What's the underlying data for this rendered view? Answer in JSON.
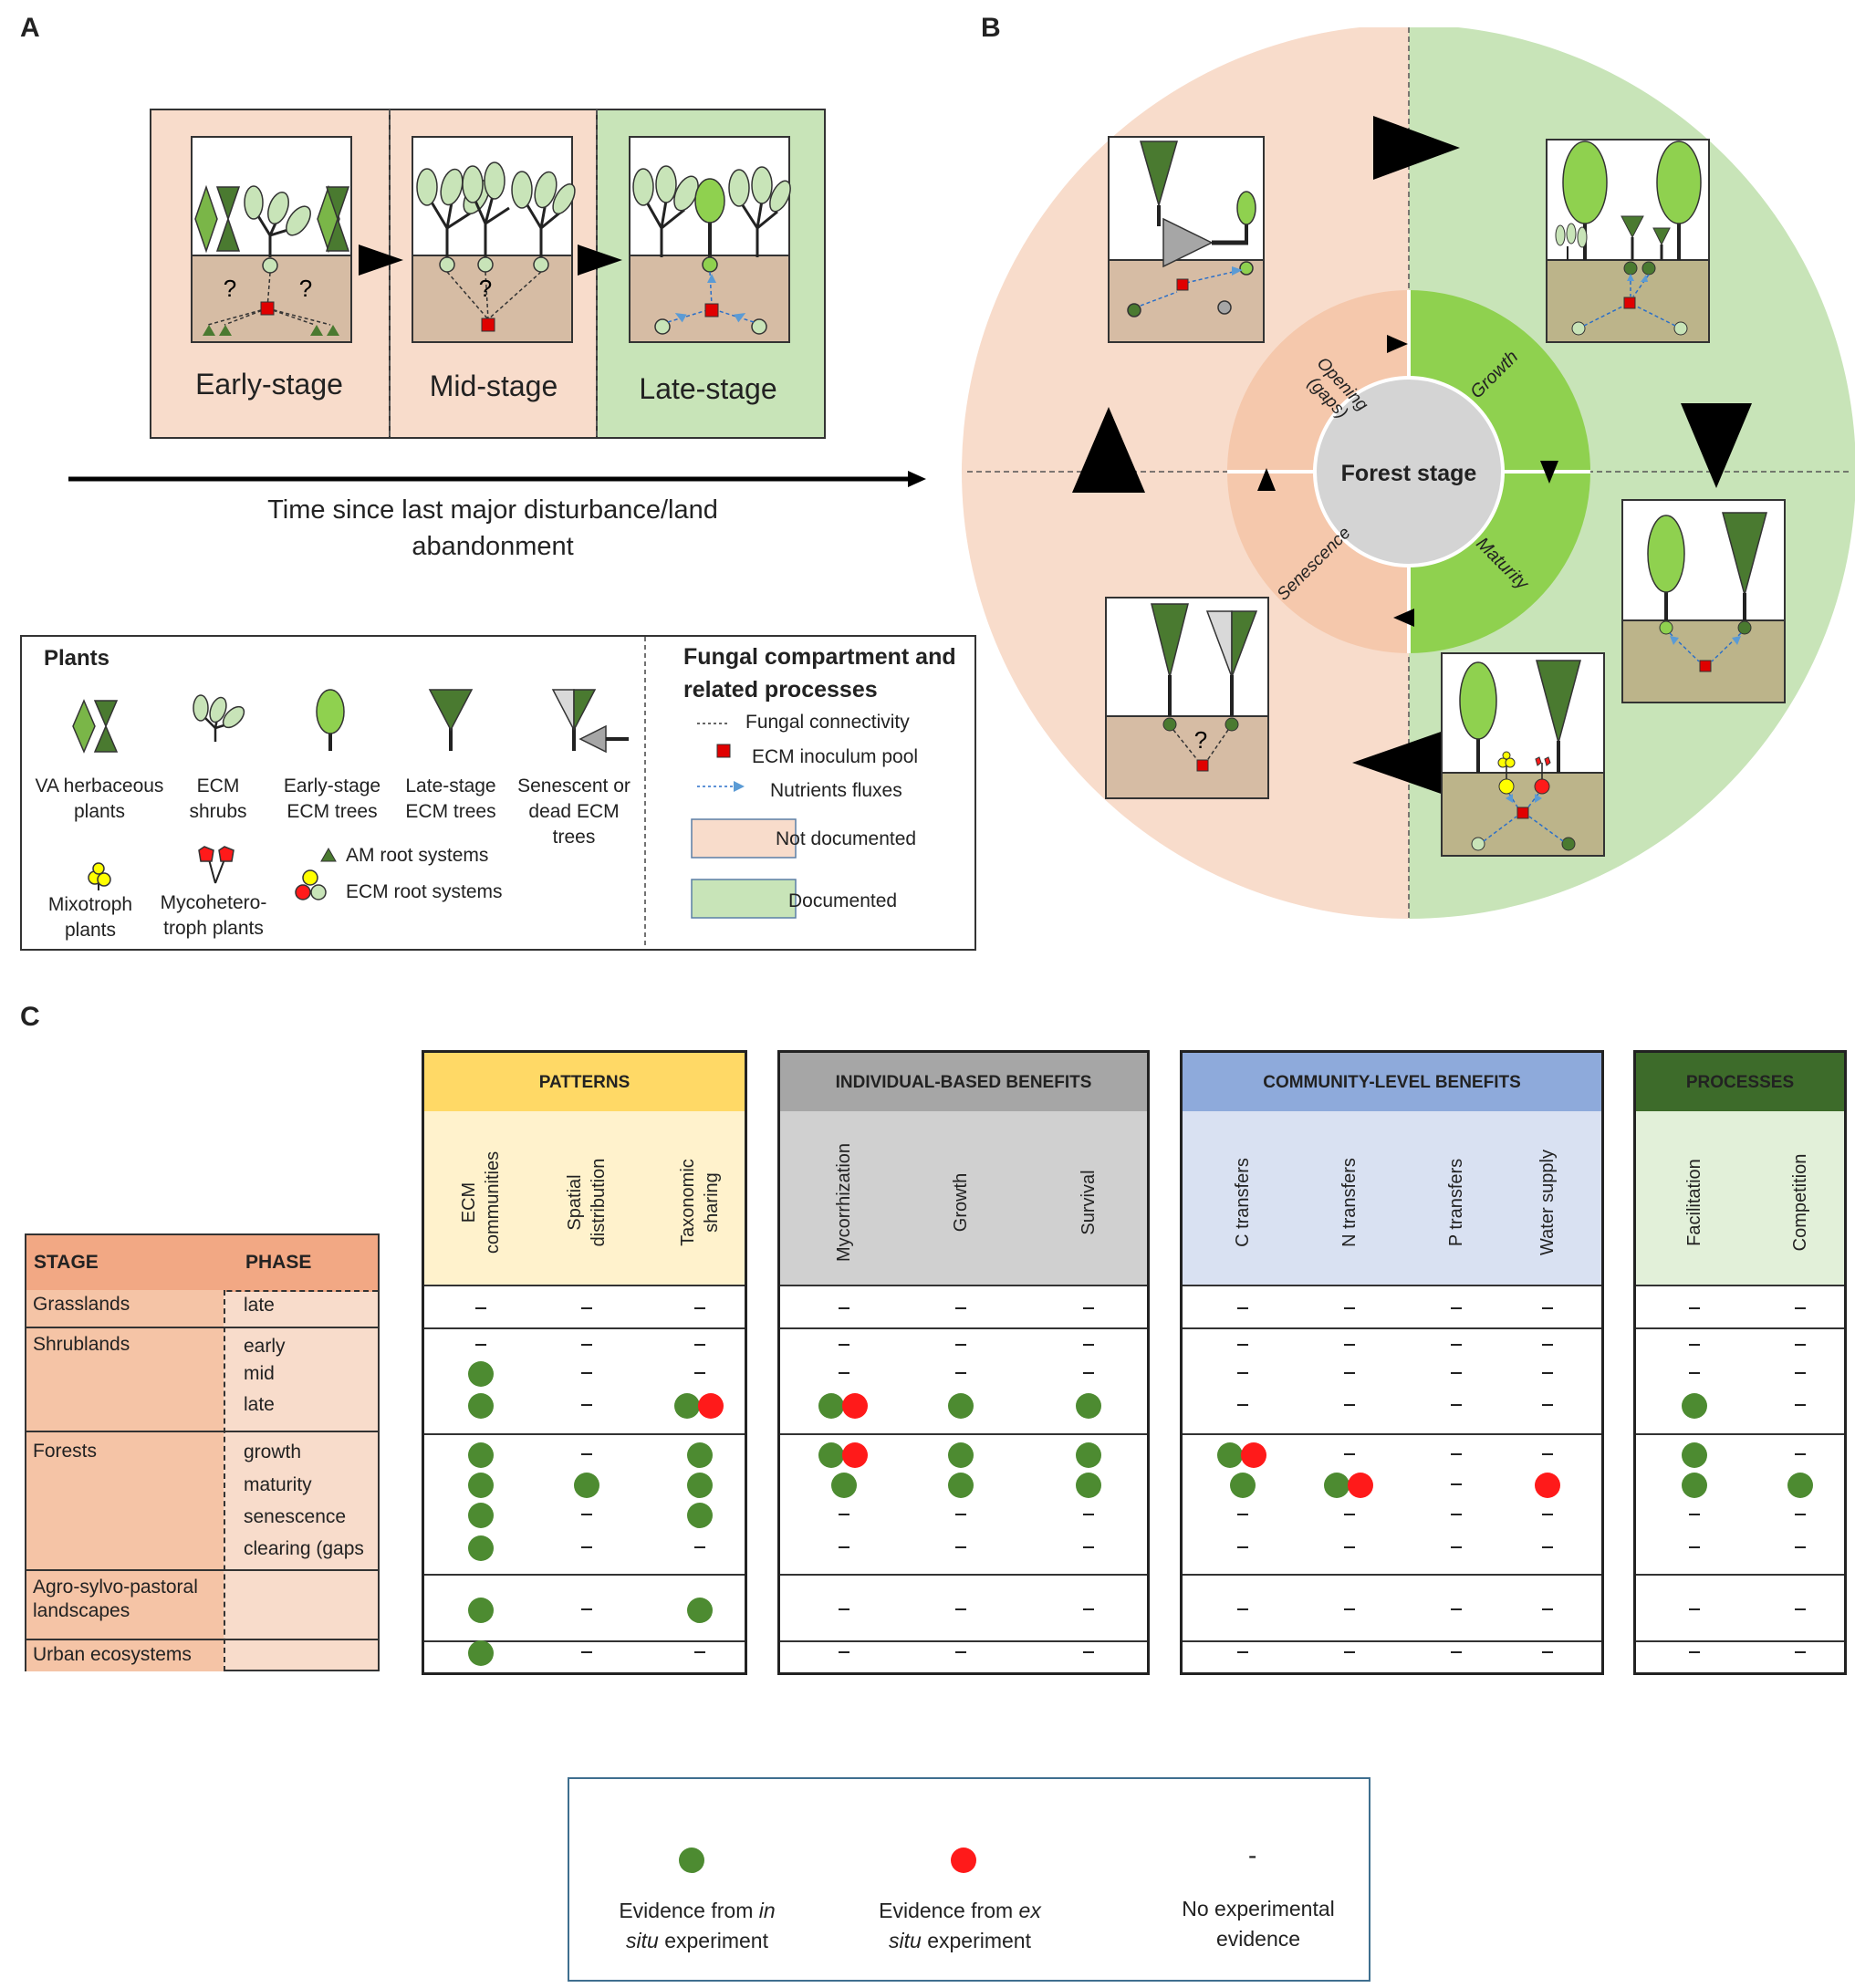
{
  "panels": {
    "a": "A",
    "b": "B",
    "c": "C"
  },
  "panel_a": {
    "stages": [
      "Early-stage",
      "Mid-stage",
      "Late-stage"
    ],
    "question_mark": "?",
    "time_axis_label_line1": "Time since last major disturbance/land",
    "time_axis_label_line2": "abandonment"
  },
  "legend": {
    "plants_title": "Plants",
    "plant_items": [
      {
        "line1": "VA herbaceous",
        "line2": "plants"
      },
      {
        "line1": "ECM",
        "line2": "shrubs"
      },
      {
        "line1": "Early-stage",
        "line2": "ECM trees"
      },
      {
        "line1": "Late-stage",
        "line2": "ECM trees"
      },
      {
        "line1": "Senescent or",
        "line2": "dead ECM",
        "line3": "trees"
      },
      {
        "line1": "Mixotroph",
        "line2": "plants"
      },
      {
        "line1": "Mycohetero-",
        "line2": "troph plants"
      }
    ],
    "am_root": "AM root systems",
    "ecm_root": "ECM root systems",
    "fungal_title_line1": "Fungal compartment and",
    "fungal_title_line2": "related processes",
    "fungal_connectivity": "Fungal connectivity",
    "ecm_inoculum": "ECM inoculum pool",
    "nutrient_fluxes": "Nutrients fluxes",
    "not_documented": "Not documented",
    "documented": "Documented"
  },
  "panel_b": {
    "center": "Forest stage",
    "phases": {
      "opening_line1": "Opening",
      "opening_line2": "(gaps)",
      "growth": "Growth",
      "maturity": "Maturity",
      "senescence": "Senescence"
    }
  },
  "panel_c": {
    "stage_header": "STAGE",
    "phase_header": "PHASE",
    "stages": [
      "Grasslands",
      "Shrublands",
      "Forests",
      "Agro-sylvo-pastoral",
      "landscapes",
      "Urban ecosystems"
    ],
    "phases": [
      "late",
      "early",
      "mid",
      "late",
      "growth",
      "maturity",
      "senescence",
      "clearing (gaps"
    ],
    "groups": [
      {
        "title": "PATTERNS",
        "cols": [
          "ECM communities",
          "Spatial distribution",
          "Taxonomic sharing"
        ]
      },
      {
        "title": "INDIVIDUAL-BASED  BENEFITS",
        "cols": [
          "Mycorrhization",
          "Growth",
          "Survival"
        ]
      },
      {
        "title": "COMMUNITY-LEVEL  BENEFITS",
        "cols": [
          "C transfers",
          "N transfers",
          "P transfers",
          "Water supply"
        ]
      },
      {
        "title": "PROCESSES",
        "cols": [
          "Facilitation",
          "Competition"
        ]
      }
    ],
    "rows": [
      [
        "-",
        "-",
        "-",
        "-",
        "-",
        "-",
        "-",
        "-",
        "-",
        "-",
        "-",
        "-"
      ],
      [
        "-",
        "-",
        "-",
        "-",
        "-",
        "-",
        "-",
        "-",
        "-",
        "-",
        "-",
        "-"
      ],
      [
        "g",
        "-",
        "-",
        "-",
        "-",
        "-",
        "-",
        "-",
        "-",
        "-",
        "-",
        "-"
      ],
      [
        "g",
        "-",
        "gr",
        "gr",
        "g",
        "g",
        "-",
        "-",
        "-",
        "-",
        "g",
        "-"
      ],
      [
        "g",
        "-",
        "g",
        "gr",
        "g",
        "g",
        "gr",
        "-",
        "-",
        "-",
        "g",
        "-"
      ],
      [
        "g",
        "g",
        "g",
        "g",
        "g",
        "g",
        "g",
        "gr",
        "-",
        "r",
        "g",
        "g"
      ],
      [
        "g",
        "-",
        "g",
        "-",
        "-",
        "-",
        "-",
        "-",
        "-",
        "-",
        "-",
        "-"
      ],
      [
        "g",
        "-",
        "-",
        "-",
        "-",
        "-",
        "-",
        "-",
        "-",
        "-",
        "-",
        "-"
      ],
      [
        "g",
        "-",
        "g",
        "-",
        "-",
        "-",
        "-",
        "-",
        "-",
        "-",
        "-",
        "-"
      ],
      [
        "g",
        "-",
        "-",
        "-",
        "-",
        "-",
        "-",
        "-",
        "-",
        "-",
        "-",
        "-"
      ]
    ],
    "legend": {
      "in_situ_line1": "Evidence from ",
      "in_situ_em1": "in",
      "in_situ_em2": "situ",
      "in_situ_line2": " experiment",
      "ex_situ_line1": "Evidence from ",
      "ex_situ_em1": "ex",
      "ex_situ_em2": "situ",
      "ex_situ_line2": " experiment",
      "none_line1": "No experimental",
      "none_line2": "evidence",
      "dash": "-"
    }
  },
  "colors": {
    "not_documented": "#f8dccb",
    "documented": "#c8e4b8",
    "dark_green": "#4a7a30",
    "light_green": "#8fd14f",
    "soil": "#d6bca4",
    "patterns": "#ffd966",
    "individual": "#a6a6a6",
    "community": "#8eaadb",
    "processes": "#3d6b2a",
    "red": "#ff1a1a"
  }
}
